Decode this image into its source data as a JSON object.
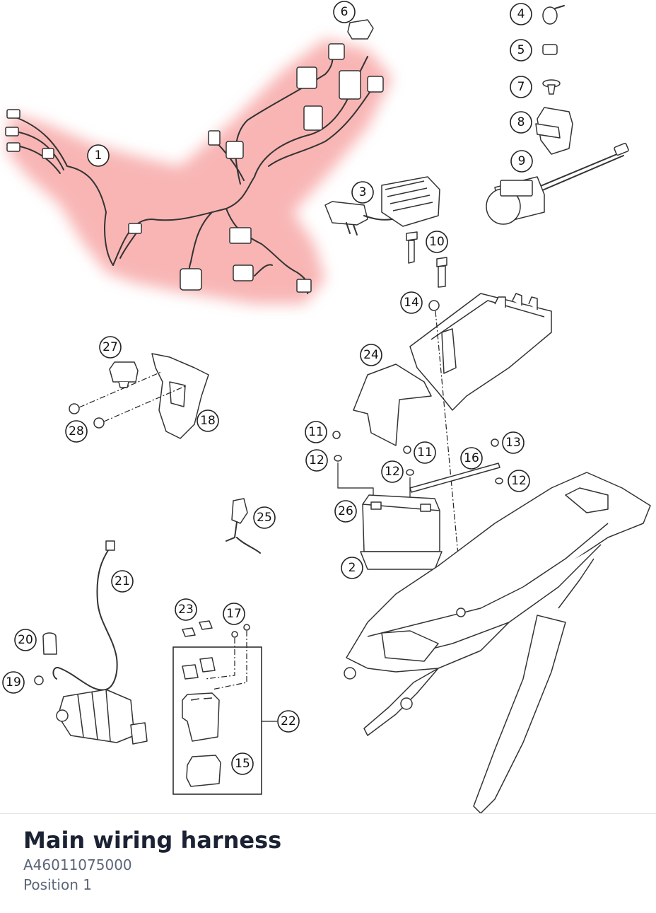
{
  "diagram": {
    "highlight_color": "#f7a9a8",
    "callouts": [
      {
        "label": "1"
      },
      {
        "label": "2"
      },
      {
        "label": "3"
      },
      {
        "label": "4"
      },
      {
        "label": "5"
      },
      {
        "label": "6"
      },
      {
        "label": "7"
      },
      {
        "label": "8"
      },
      {
        "label": "9"
      },
      {
        "label": "10"
      },
      {
        "label": "11"
      },
      {
        "label": "11"
      },
      {
        "label": "12"
      },
      {
        "label": "12"
      },
      {
        "label": "12"
      },
      {
        "label": "13"
      },
      {
        "label": "14"
      },
      {
        "label": "15"
      },
      {
        "label": "16"
      },
      {
        "label": "17"
      },
      {
        "label": "18"
      },
      {
        "label": "19"
      },
      {
        "label": "20"
      },
      {
        "label": "21"
      },
      {
        "label": "22"
      },
      {
        "label": "23"
      },
      {
        "label": "24"
      },
      {
        "label": "25"
      },
      {
        "label": "26"
      },
      {
        "label": "27"
      },
      {
        "label": "28"
      }
    ]
  },
  "part": {
    "title": "Main wiring harness",
    "number": "A46011075000",
    "position": "Position 1"
  },
  "colors": {
    "title": "#1b2233",
    "subtitle": "#5c6678"
  }
}
